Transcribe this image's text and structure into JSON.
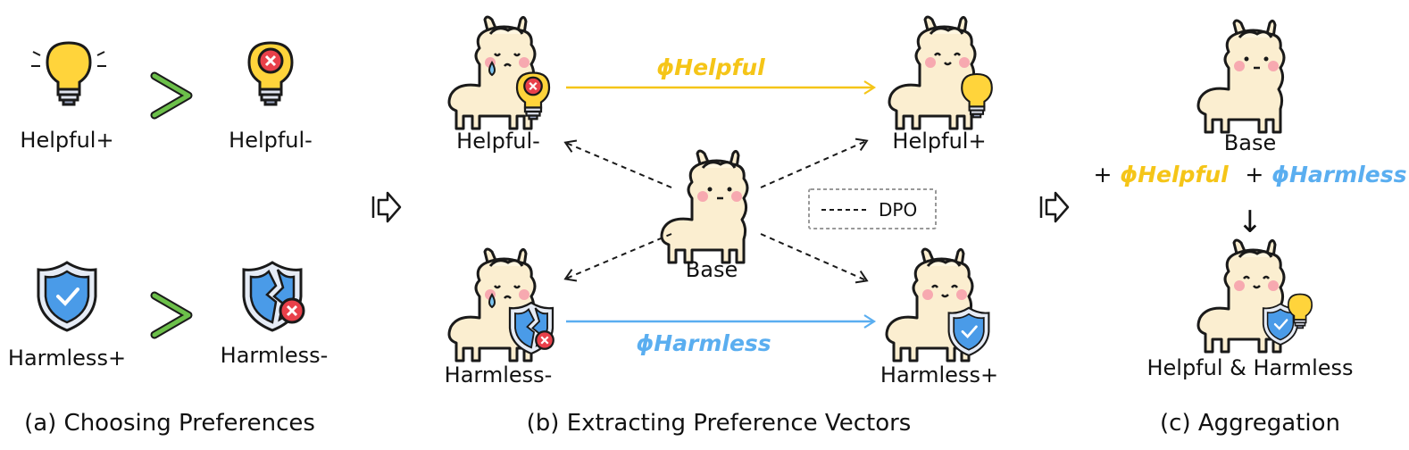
{
  "panel_a": {
    "helpful_pos": "Helpful+",
    "helpful_neg": "Helpful-",
    "harmless_pos": "Harmless+",
    "harmless_neg": "Harmless-",
    "caption": "(a) Choosing Preferences",
    "gt_symbol": ">"
  },
  "panel_b": {
    "helpful_neg": "Helpful-",
    "helpful_pos": "Helpful+",
    "harmless_neg": "Harmless-",
    "harmless_pos": "Harmless+",
    "base": "Base",
    "vec_helpful": "ϕHelpful",
    "vec_harmless": "ϕHarmless",
    "legend": "DPO",
    "caption": "(b) Extracting Preference Vectors"
  },
  "panel_c": {
    "base": "Base",
    "plus1": "+",
    "vec_helpful": "ϕHelpful",
    "plus2": "+",
    "vec_harmless": "ϕHarmless",
    "down_arrow": "↓",
    "result": "Helpful & Harmless",
    "caption": "(c) Aggregation"
  },
  "colors": {
    "helpful": "#f5c518",
    "harmless": "#5aaef0",
    "gt_arrow": "#6cc04a",
    "bulb": "#ffd43b",
    "shield": "#4a9be8",
    "cross": "#e8404a",
    "llama_body": "#fbeed0",
    "llama_outline": "#1a1a1a"
  },
  "icons": [
    "lightbulb-icon",
    "broken-lightbulb-icon",
    "shield-check-icon",
    "broken-shield-icon",
    "llama-icon",
    "next-arrow-icon"
  ]
}
